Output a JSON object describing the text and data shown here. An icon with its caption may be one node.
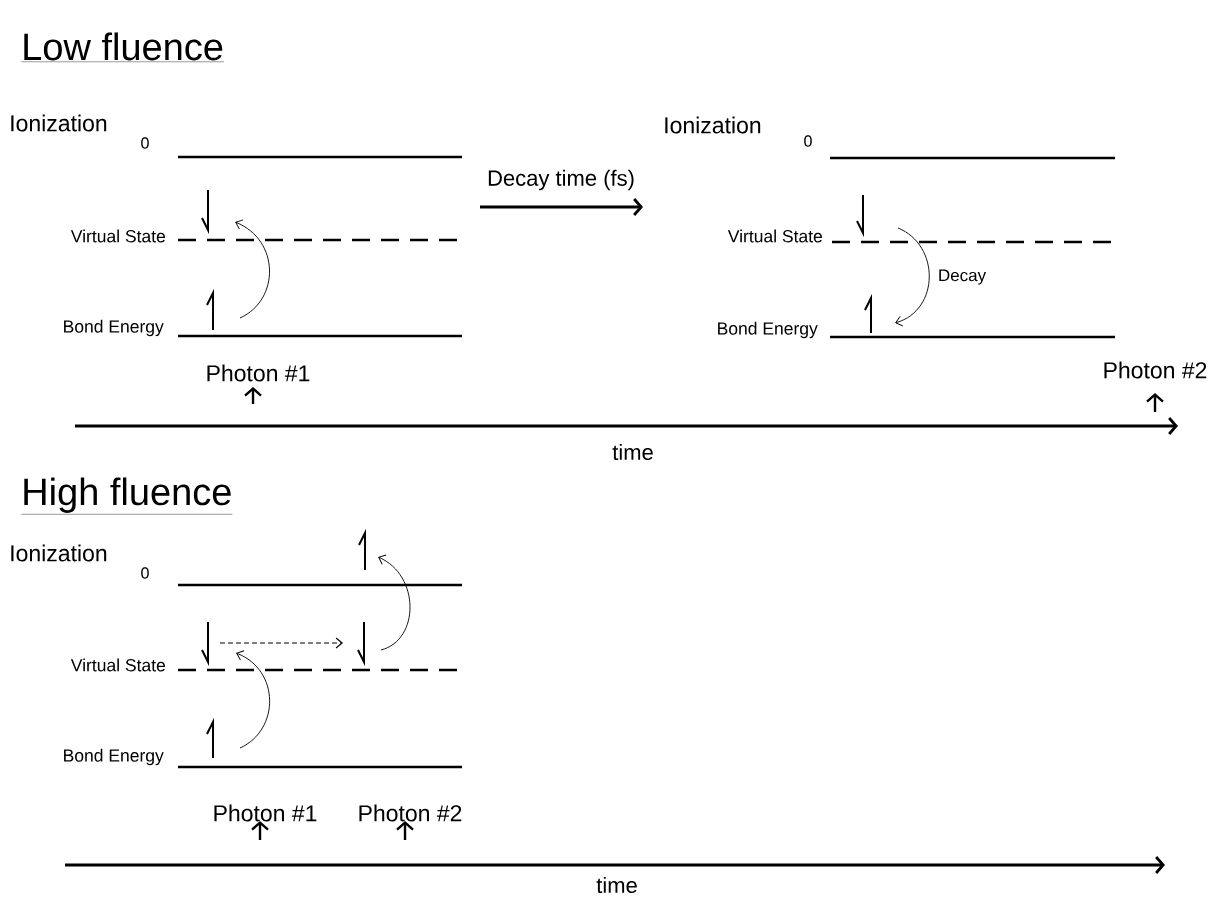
{
  "diagram": {
    "labels": [
      "Low fluence",
      "Ionization",
      "Ionization",
      "0",
      "0",
      "Decay time (fs)",
      "Virtual State",
      "Virtual State",
      "Decay",
      "Bond Energy",
      "Bond Energy",
      "Photon #1",
      "Photon #2",
      "time",
      "High fluence",
      "Ionization",
      "0",
      "Virtual State",
      "Bond Energy",
      "Photon #1",
      "Photon #2",
      "time"
    ]
  }
}
